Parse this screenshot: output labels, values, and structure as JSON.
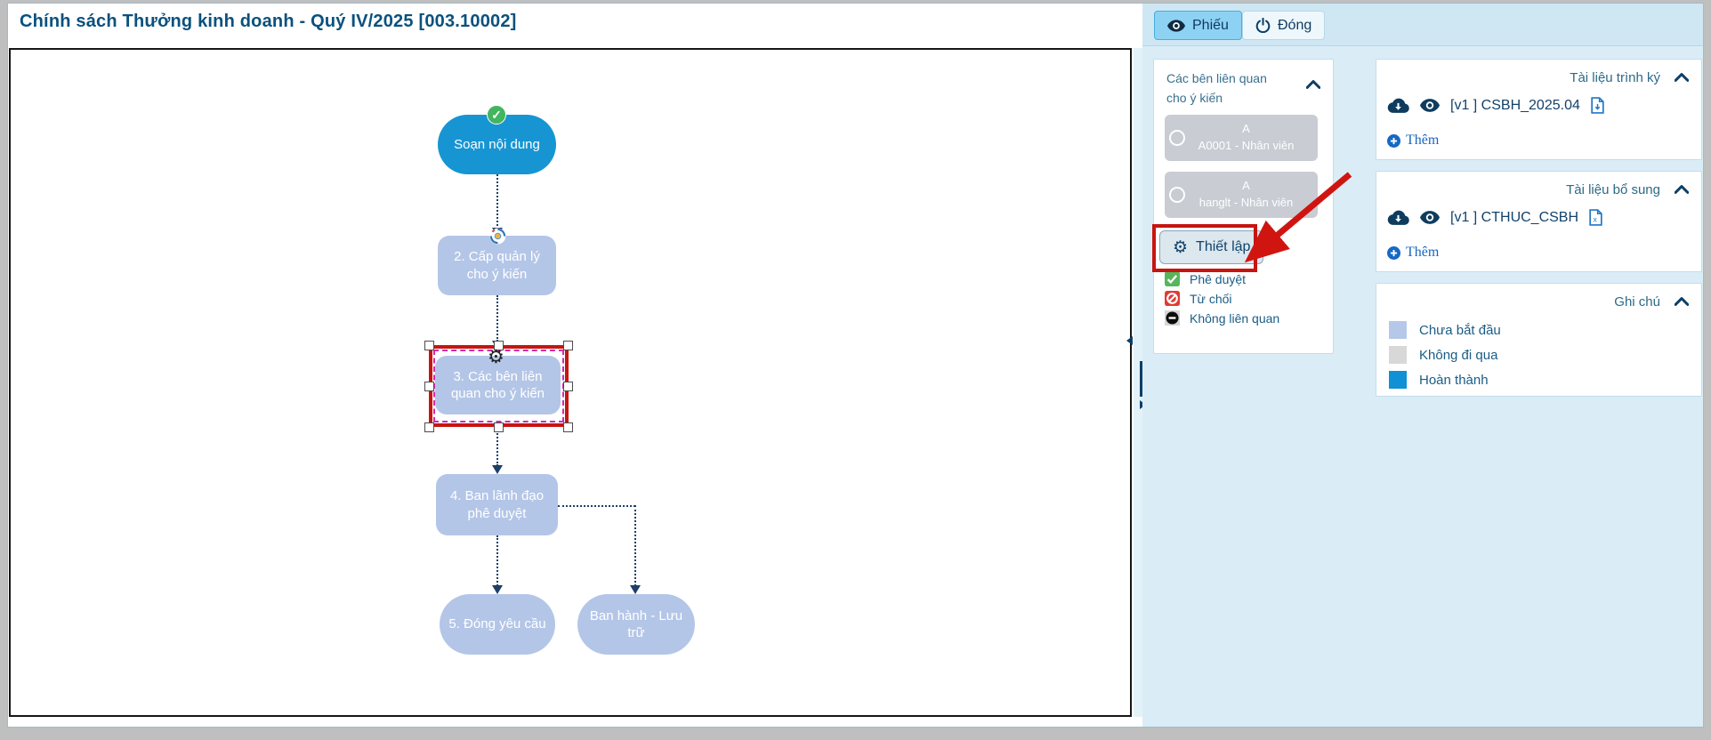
{
  "title": "Chính sách Thưởng kinh doanh - Quý IV/2025 [003.10002]",
  "toolbar": {
    "phieu_label": "Phiếu",
    "dong_label": "Đóng"
  },
  "flow": {
    "nodes": [
      {
        "id": "n1",
        "label": "Soạn nội dung",
        "shape": "stadium",
        "status": "done",
        "status_color": "#1795d3"
      },
      {
        "id": "n2",
        "label": "2. Cấp quản lý cho ý kiến",
        "shape": "rect",
        "status": "pending",
        "status_color": "#b4c6e7"
      },
      {
        "id": "n3",
        "label": "3. Các bên liên quan cho ý kiến",
        "shape": "rect",
        "status": "pending",
        "selected": true,
        "status_color": "#b4c6e7"
      },
      {
        "id": "n4",
        "label": "4. Ban lãnh đạo phê duyệt",
        "shape": "rect",
        "status": "pending",
        "status_color": "#b4c6e7"
      },
      {
        "id": "n5",
        "label": "5. Đóng yêu cầu",
        "shape": "stadium",
        "status": "pending",
        "status_color": "#b4c6e7"
      },
      {
        "id": "n6",
        "label": "Ban hành - Lưu trữ",
        "shape": "stadium",
        "status": "pending",
        "status_color": "#b4c6e7"
      }
    ]
  },
  "participants_panel": {
    "title": "Các bên liên quan cho ý kiến",
    "items": [
      {
        "initial": "A",
        "label": "A0001 - Nhân viên"
      },
      {
        "initial": "A",
        "label": "hanglt - Nhân viên"
      }
    ],
    "setup_button": "Thiết lập",
    "legend": [
      {
        "icon": "approve-check-icon",
        "label": "Phê duyệt",
        "color": "#57b65b"
      },
      {
        "icon": "reject-no-entry-icon",
        "label": "Từ chối",
        "color": "#e23b35"
      },
      {
        "icon": "not-related-minus-icon",
        "label": "Không liên quan",
        "color": "#111111"
      }
    ]
  },
  "documents_panels": [
    {
      "title": "Tài liệu trình ký",
      "file": "[v1 ] CSBH_2025.04",
      "file_type": "pdf",
      "add_label": "Thêm"
    },
    {
      "title": "Tài liệu bổ sung",
      "file": "[v1 ] CTHUC_CSBH",
      "file_type": "excel",
      "add_label": "Thêm"
    }
  ],
  "notes_panel": {
    "title": "Ghi chú",
    "legend": [
      {
        "label": "Chưa bắt đầu",
        "color": "#b6c8e9"
      },
      {
        "label": "Không đi qua",
        "color": "#d8d8d8"
      },
      {
        "label": "Hoàn thành",
        "color": "#1090d5"
      }
    ]
  },
  "colors": {
    "accent_blue": "#1795d3",
    "node_pending": "#b4c6e7",
    "annotation_red": "#c61510",
    "connector_navy": "#1e3f66",
    "panel_bg": "#daedf7"
  }
}
